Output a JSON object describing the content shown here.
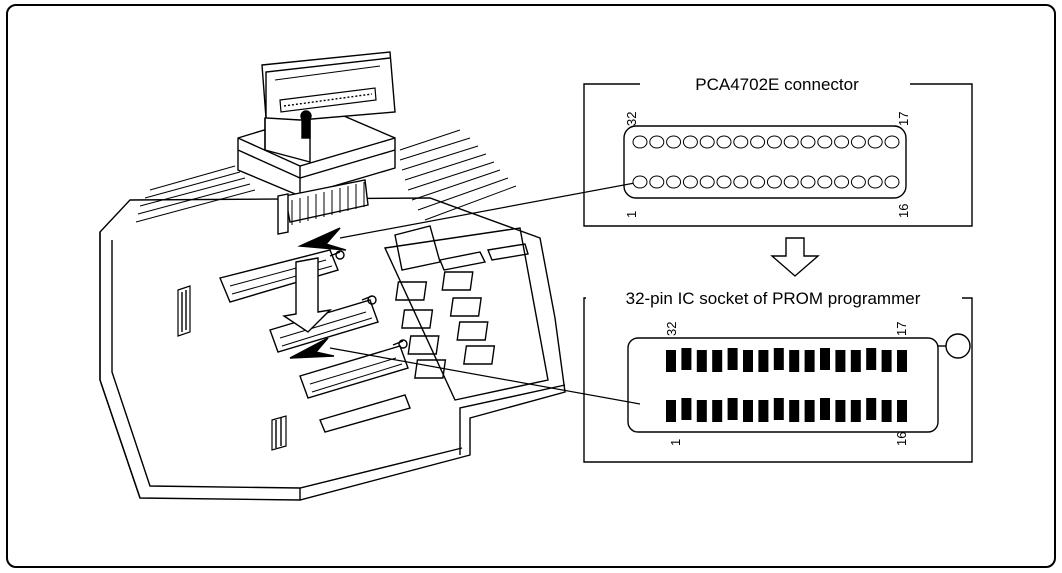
{
  "connector": {
    "title": "PCA4702E connector",
    "pin_top_left": "32",
    "pin_top_right": "17",
    "pin_bottom_left": "1",
    "pin_bottom_right": "16",
    "pins_per_row": 16
  },
  "socket": {
    "title": "32-pin IC socket of PROM programmer",
    "pin_top_left": "32",
    "pin_top_right": "17",
    "pin_bottom_left": "1",
    "pin_bottom_right": "16",
    "pins_per_row": 16
  },
  "colors": {
    "ink": "#000000",
    "paper": "#ffffff"
  }
}
